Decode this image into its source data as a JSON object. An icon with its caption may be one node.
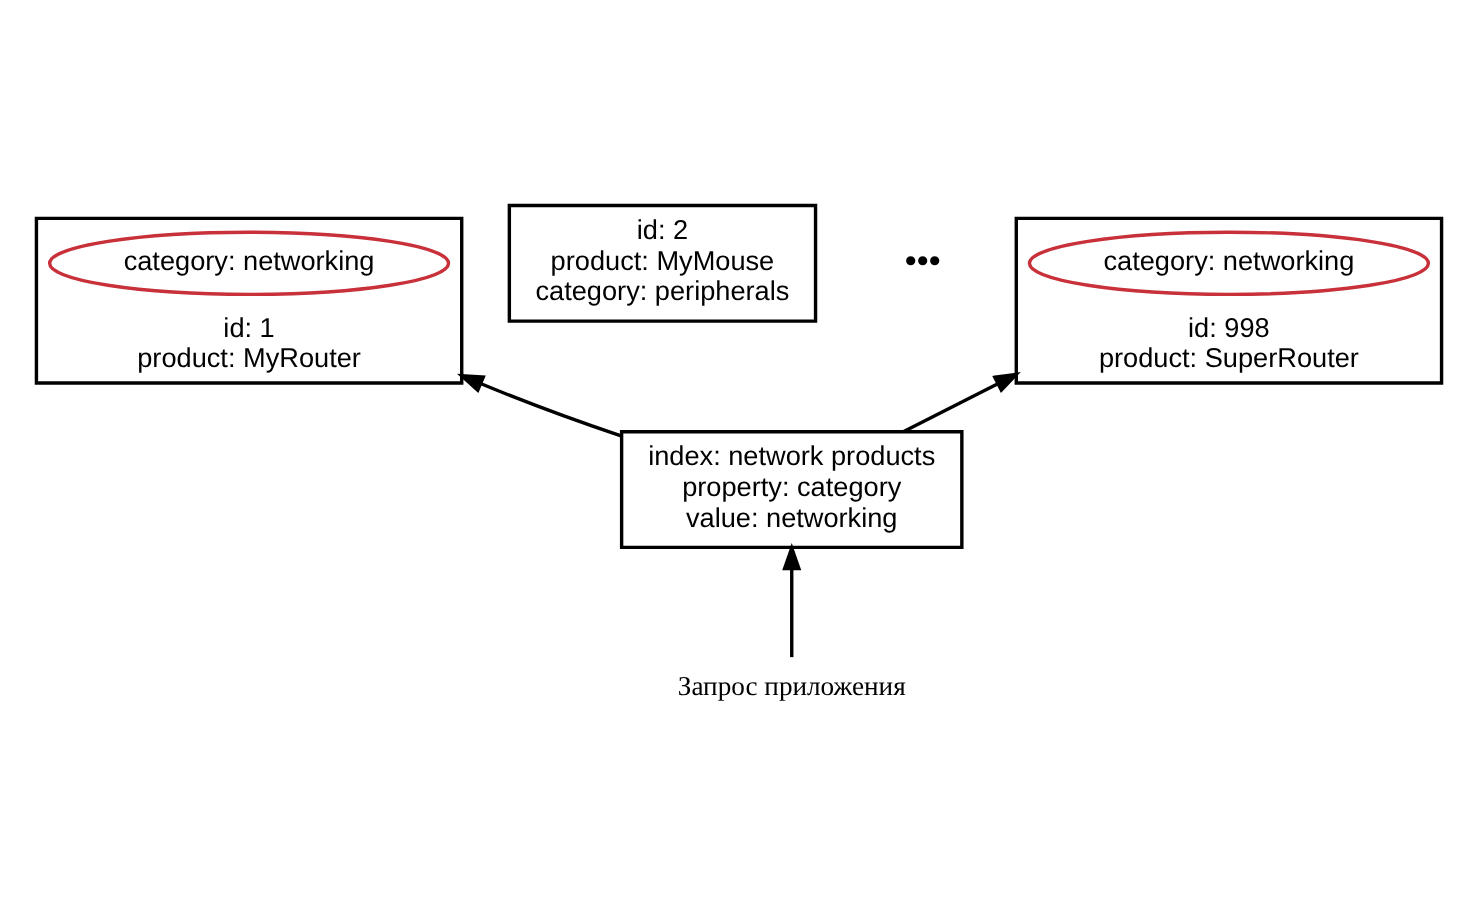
{
  "diagram": {
    "nodes": [
      {
        "text": [
          "id: 1",
          "product: MyRouter"
        ]
      },
      {
        "text": [
          "category: networking"
        ],
        "in": 0
      },
      {
        "text": [
          "id: 2",
          "product: MyMouse",
          "category: peripherals"
        ]
      },
      {
        "text": [
          "id: 998",
          "product: SuperRouter"
        ]
      },
      {
        "text": [
          "category: networking"
        ],
        "in": 3
      },
      {
        "text": [
          "index: network products",
          "property: category",
          "value: networking"
        ]
      },
      {
        "text": [
          "Запрос приложения"
        ]
      }
    ],
    "edges": [
      {
        "from": 5,
        "to": 0,
        "arrow": "to"
      },
      {
        "from": 5,
        "to": 3,
        "arrow": "to"
      },
      {
        "from": 6,
        "to": 5,
        "arrow": "to"
      }
    ],
    "labels": [
      "•••"
    ]
  }
}
